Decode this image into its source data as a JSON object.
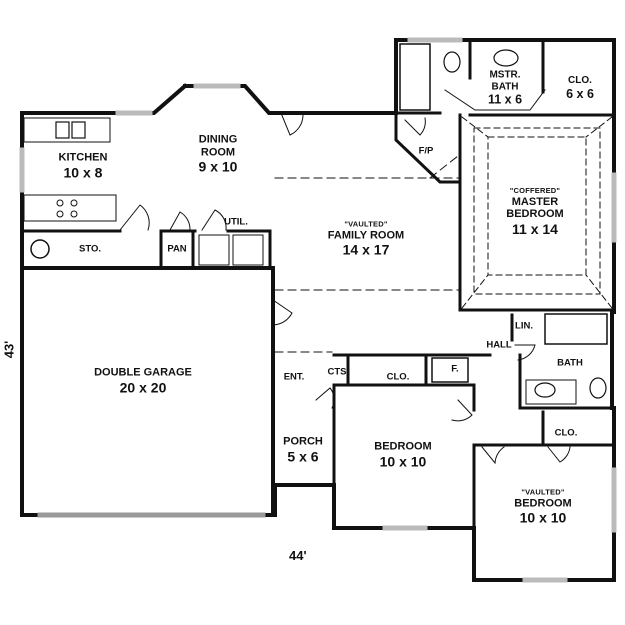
{
  "plan": {
    "overall_width": "44'",
    "overall_depth": "43'",
    "rooms": {
      "kitchen": {
        "name": "KITCHEN",
        "size": "10 x 8"
      },
      "dining": {
        "name": "DINING ROOM",
        "name_line1": "DINING",
        "name_line2": "ROOM",
        "size": "9 x 10"
      },
      "family": {
        "tag": "\"VAULTED\"",
        "name": "FAMILY ROOM",
        "size": "14 x 17"
      },
      "master_bath": {
        "name_line1": "MSTR.",
        "name_line2": "BATH",
        "size": "11 x 6"
      },
      "master_closet": {
        "name": "CLO.",
        "size": "6 x 6"
      },
      "master_bedroom": {
        "tag": "\"COFFERED\"",
        "name_line1": "MASTER",
        "name_line2": "BEDROOM",
        "size": "11 x 14"
      },
      "storage": {
        "name": "STO."
      },
      "pantry": {
        "name": "PAN"
      },
      "utility": {
        "name": "UTIL."
      },
      "garage": {
        "name": "DOUBLE GARAGE",
        "size": "20 x 20"
      },
      "entry": {
        "name": "ENT."
      },
      "coats": {
        "name": "CTS"
      },
      "hall_closet": {
        "name": "CLO."
      },
      "hall_freezer": {
        "name": "F."
      },
      "fireplace": {
        "name": "F/P"
      },
      "linen": {
        "name": "LIN."
      },
      "hall": {
        "name": "HALL"
      },
      "bath": {
        "name": "BATH"
      },
      "porch": {
        "name": "PORCH",
        "size": "5 x 6"
      },
      "bedroom2": {
        "name": "BEDROOM",
        "size": "10 x 10"
      },
      "bedroom3_closet": {
        "name": "CLO."
      },
      "bedroom3": {
        "tag": "\"VAULTED\"",
        "name": "BEDROOM",
        "size": "10 x 10"
      }
    }
  }
}
